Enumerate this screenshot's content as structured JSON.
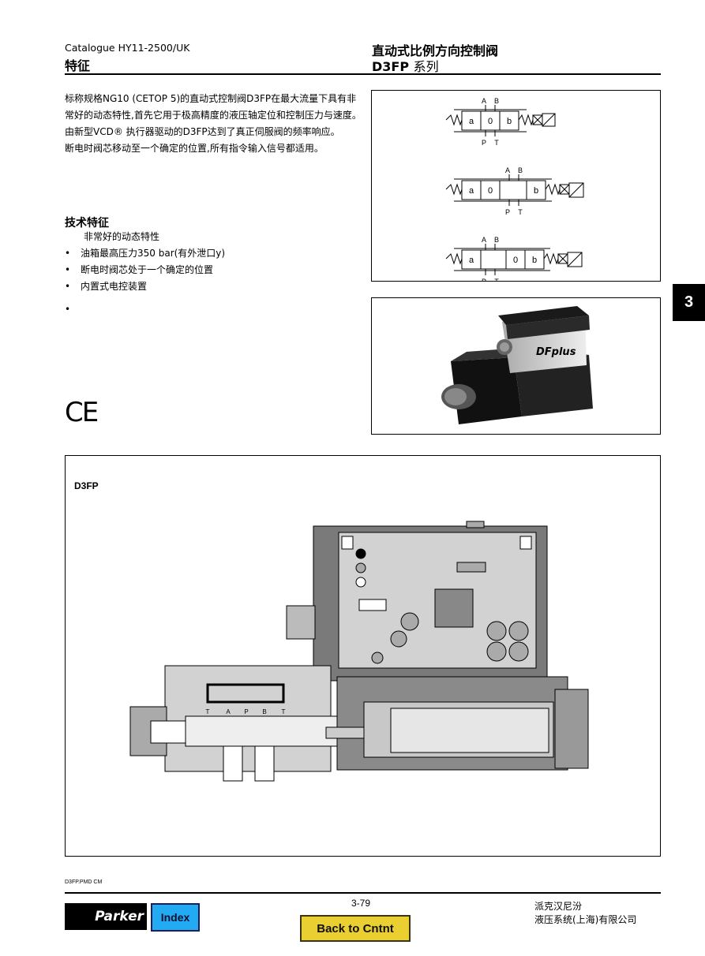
{
  "header": {
    "catalogue": "Catalogue HY11-2500/UK",
    "section_cn": "特征",
    "title_cn": "直动式比例方向控制阀",
    "series_code": "D3FP",
    "series_cn": "系列"
  },
  "intro": {
    "p1": "标称规格NG10 (CETOP 5)的直动式控制阀D3FP在最大流量下具有非常好的动态特性,首先它用于极高精度的液压轴定位和控制压力与速度。",
    "p2": "由新型VCD® 执行器驱动的D3FP达到了真正伺服阀的频率响应。",
    "p3": "断电时阀芯移动至一个确定的位置,所有指令输入信号都适用。"
  },
  "features": {
    "title": "技术特征",
    "items": [
      "非常好的动态特性",
      "油箱最高压力350 bar(有外泄口y)",
      "断电时阀芯处于一个确定的位置",
      "内置式电控装置",
      ""
    ]
  },
  "ce_mark": "CE",
  "symbols": {
    "port_a": "A",
    "port_b": "B",
    "port_p": "P",
    "port_t": "T",
    "pos_a": "a",
    "pos_0": "0",
    "pos_b": "b"
  },
  "photo": {
    "brand": "DFplus"
  },
  "drawing": {
    "label": "D3FP",
    "ports": [
      "T",
      "A",
      "P",
      "B",
      "T"
    ]
  },
  "section_tab": "3",
  "footer": {
    "file_ref": "D3FP.PMD CM",
    "page": "3-79",
    "logo": "Parker",
    "index_btn": "Index",
    "back_btn": "Back to Cntnt",
    "company_line1": "派克汉尼汾",
    "company_line2": "液压系统(上海)有限公司"
  }
}
